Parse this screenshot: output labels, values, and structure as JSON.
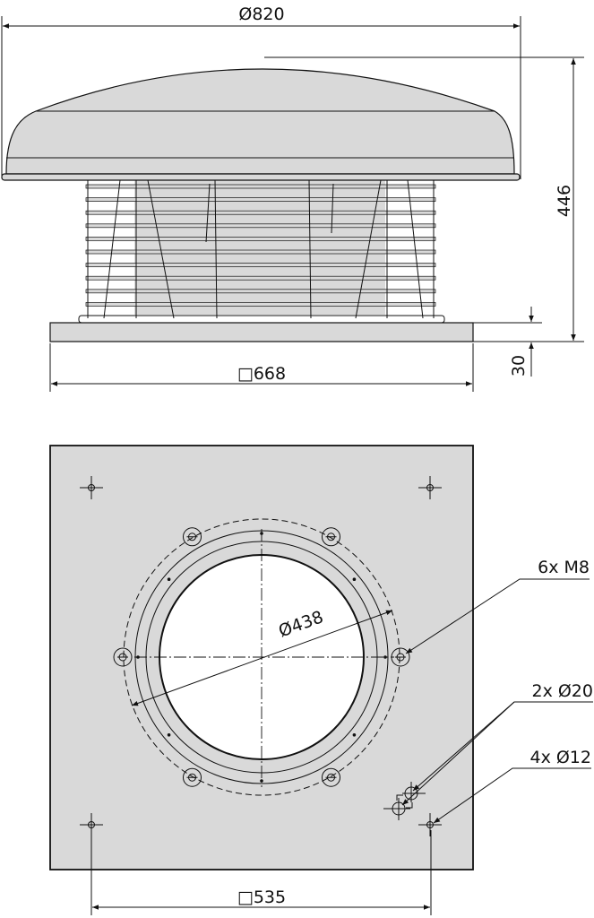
{
  "side_view": {
    "diameter_label": "Ø820",
    "height_label": "446",
    "base_height_label": "30",
    "base_width_label": "□668"
  },
  "plan_view": {
    "inner_diameter_label": "Ø438",
    "bolt_label": "6x M8",
    "large_holes_label": "2x Ø20",
    "corner_holes_label": "4x Ø12",
    "hole_spacing_label": "□535"
  },
  "colors": {
    "fill": "#d9d9d9",
    "line": "#111111"
  }
}
